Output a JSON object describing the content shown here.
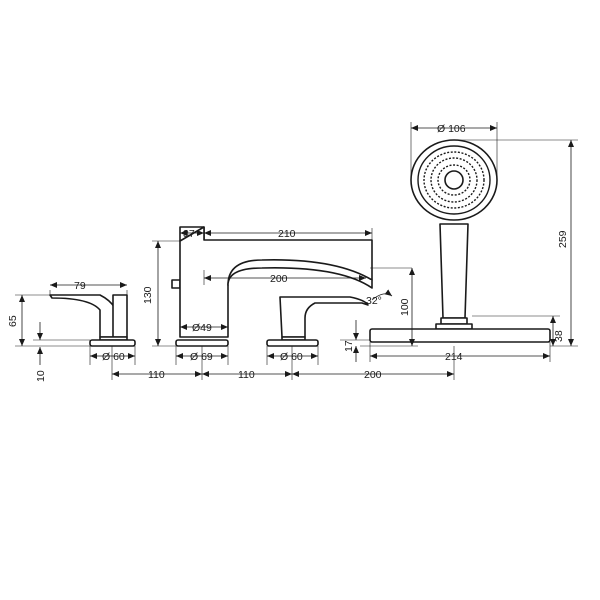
{
  "dimensions": {
    "d79": "79",
    "d65": "65",
    "d10": "10",
    "dia60_left": "Ø 60",
    "d110_a": "110",
    "d37": "37",
    "d130": "130",
    "dia49": "Ø49",
    "dia69": "Ø 69",
    "d110_b": "110",
    "d210": "210",
    "d200_spout": "200",
    "d32": "32°",
    "d100": "100",
    "d17": "17",
    "dia60_right": "Ø 60",
    "d200_bottom": "200",
    "dia106": "Ø 106",
    "d259": "259",
    "d38": "38",
    "d214": "214"
  },
  "colors": {
    "line": "#1a1a1a",
    "background": "#ffffff"
  }
}
